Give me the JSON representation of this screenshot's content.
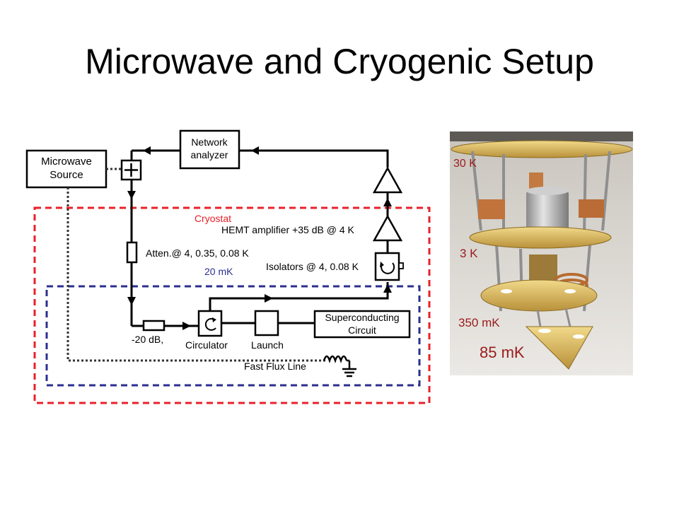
{
  "slide": {
    "title": "Microwave and Cryogenic Setup"
  },
  "diagram": {
    "microwave_source": [
      "Microwave",
      "Source"
    ],
    "network_analyzer": [
      "Network",
      "analyzer"
    ],
    "cryostat_label": "Cryostat",
    "hemt_label": "HEMT amplifier +35 dB  @ 4 K",
    "atten_label": "Atten.@ 4, 0.35, 0.08 K",
    "stage_20mk": "20 mK",
    "isolators_label": "Isolators @ 4, 0.08 K",
    "atten_20db": "-20 dB,",
    "circulator": "Circulator",
    "launch": "Launch",
    "superconducting_circuit": [
      "Superconducting",
      "Circuit"
    ],
    "fast_flux_line": "Fast Flux Line",
    "colors": {
      "cryostat": "#e8202a",
      "stage_20mk": "#2b2f8f",
      "line": "#000000"
    }
  },
  "photo": {
    "labels": {
      "t30k": "30 K",
      "t3k": "3 K",
      "t350mk": "350 mK",
      "t85mk": "85 mK"
    },
    "label_color": "#9a1b1b"
  }
}
